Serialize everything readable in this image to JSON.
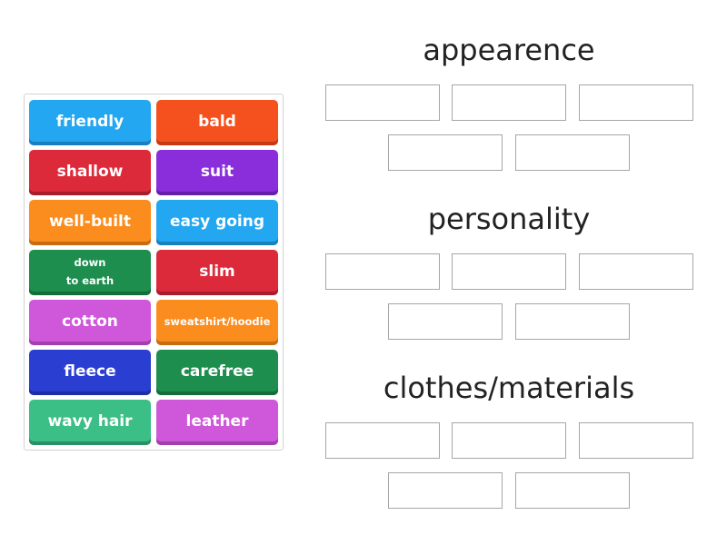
{
  "tiles": [
    {
      "label": "friendly",
      "color": "#22a7f0",
      "shade": "#1a7fbf"
    },
    {
      "label": "bald",
      "color": "#f4511e",
      "shade": "#c23b12"
    },
    {
      "label": "shallow",
      "color": "#dd2a3b",
      "shade": "#a81d2c"
    },
    {
      "label": "suit",
      "color": "#8a2ddb",
      "shade": "#6620a8"
    },
    {
      "label": "well-built",
      "color": "#fb8c1e",
      "shade": "#c76c11"
    },
    {
      "label": "easy going",
      "color": "#22a7f0",
      "shade": "#1a7fbf"
    },
    {
      "label": "down\nto earth",
      "color": "#1e8e4f",
      "shade": "#156b3a"
    },
    {
      "label": "slim",
      "color": "#dd2a3b",
      "shade": "#a81d2c"
    },
    {
      "label": "cotton",
      "color": "#cf58da",
      "shade": "#a23ead"
    },
    {
      "label": "sweatshirt/hoodie",
      "color": "#fb8c1e",
      "shade": "#c76c11"
    },
    {
      "label": "fleece",
      "color": "#2a3fd1",
      "shade": "#1d2da3"
    },
    {
      "label": "carefree",
      "color": "#1e8e4f",
      "shade": "#156b3a"
    },
    {
      "label": "wavy hair",
      "color": "#3cbf86",
      "shade": "#2a9066"
    },
    {
      "label": "leather",
      "color": "#cf58da",
      "shade": "#a23ead"
    }
  ],
  "groups": [
    {
      "title": "appearence"
    },
    {
      "title": "personality"
    },
    {
      "title": "clothes/materials"
    }
  ]
}
